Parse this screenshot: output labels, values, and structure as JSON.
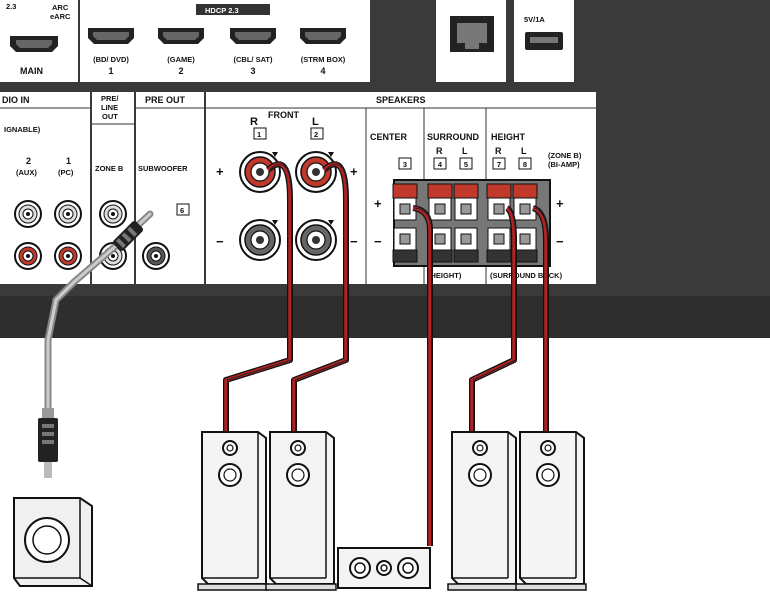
{
  "hdmi": {
    "version_left": "2.3",
    "arc_line1": "ARC",
    "arc_line2": "eARC",
    "main_label": "MAIN",
    "hdcp_label": "HDCP 2.3",
    "inputs": [
      {
        "name": "(BD/ DVD)",
        "num": "1"
      },
      {
        "name": "(GAME)",
        "num": "2"
      },
      {
        "name": "(CBL/ SAT)",
        "num": "3"
      },
      {
        "name": "(STRM BOX)",
        "num": "4"
      }
    ],
    "usb_label": "5V/1A"
  },
  "audio_in": {
    "title": "DIO IN",
    "subtitle": "IGNABLE)",
    "inputs": [
      {
        "num": "2",
        "name": "(AUX)"
      },
      {
        "num": "1",
        "name": "(PC)"
      }
    ]
  },
  "pre_line_out": {
    "title_line1": "PRE/",
    "title_line2": "LINE",
    "title_line3": "OUT",
    "zone_label": "ZONE B"
  },
  "pre_out": {
    "title": "PRE OUT",
    "subwoofer_label": "SUBWOOFER",
    "subwoofer_num": "6"
  },
  "speakers": {
    "title": "SPEAKERS",
    "front_label": "FRONT",
    "front_r": "R",
    "front_l": "L",
    "front_r_num": "1",
    "front_l_num": "2",
    "plus": "+",
    "minus": "−",
    "center_label": "CENTER",
    "center_num": "3",
    "surround_label": "SURROUND",
    "surround_r": "R",
    "surround_l": "L",
    "surround_r_num": "4",
    "surround_l_num": "5",
    "height_label": "HEIGHT",
    "height_r": "R",
    "height_l": "L",
    "height_r_num": "7",
    "height_l_num": "8",
    "zone_b_line1": "(ZONE B)",
    "zone_b_line2": "(BI-AMP)",
    "bottom_height": "(HEIGHT)",
    "bottom_surround_back": "(SURROUND BACK)"
  },
  "colors": {
    "panel": "#3a3a3a",
    "wire_red": "#b22222",
    "wire_black": "#1a1a1a",
    "terminal_red": "#c0392b"
  }
}
